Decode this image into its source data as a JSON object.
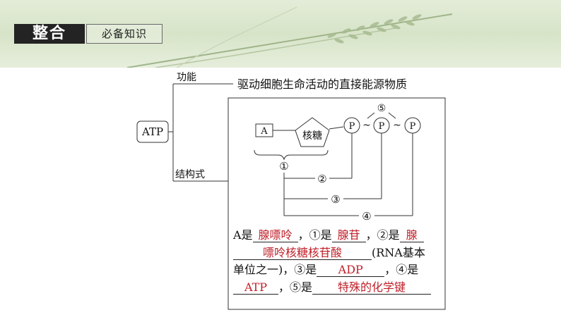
{
  "header": {
    "title": "整合",
    "subtitle": "必备知识"
  },
  "diagram": {
    "root": "ATP",
    "branch_function": "功能",
    "function_text": "驱动细胞生命活动的直接能源物质",
    "branch_structure": "结构式",
    "node_a": "A",
    "node_sugar": "核糖",
    "node_p": "P",
    "tilde": "~",
    "labels": {
      "one": "①",
      "two": "②",
      "three": "③",
      "four": "④",
      "five": "⑤"
    }
  },
  "panel": {
    "t1": "A是",
    "a1": "腺嘌呤",
    "t2": "，①是",
    "a2": "腺苷",
    "t3": "，②是",
    "a3_part1": "腺",
    "a3_part2": "嘌呤核糖核苷酸",
    "t4": "(RNA基本",
    "t5": "单位之一)，③是",
    "a4": "ADP",
    "t6": "，④是",
    "a5": "ATP",
    "t7": "，⑤是",
    "a6": "特殊的化学键"
  },
  "colors": {
    "answer": "#c0202a",
    "header_bg": "#232323"
  }
}
